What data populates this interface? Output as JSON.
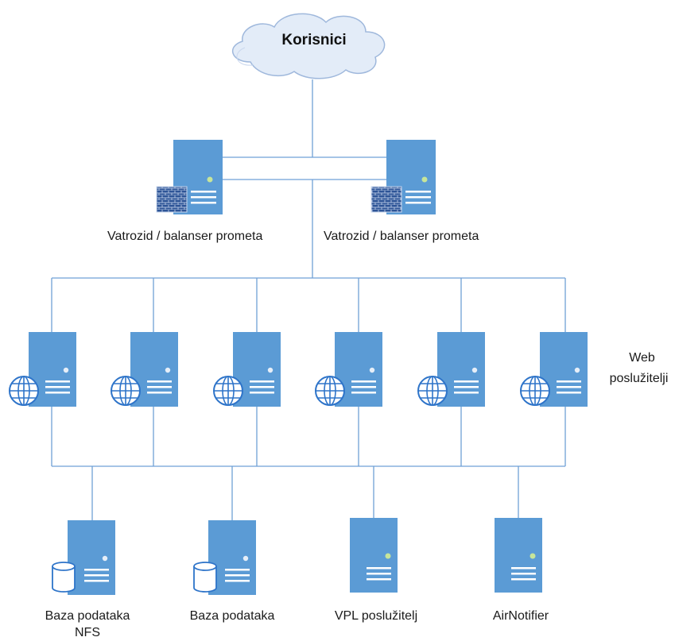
{
  "cloud": {
    "label": "Korisnici"
  },
  "firewalls": [
    {
      "label": "Vatrozid / balanser prometa"
    },
    {
      "label": "Vatrozid / balanser prometa"
    }
  ],
  "web_servers": {
    "label_line1": "Web",
    "label_line2": "poslužitelji",
    "count": 6
  },
  "backend": [
    {
      "label_line1": "Baza podataka",
      "label_line2": "NFS",
      "icon": "database-icon"
    },
    {
      "label_line1": "Baza podataka",
      "label_line2": "",
      "icon": "database-icon"
    },
    {
      "label_line1": "VPL poslužitelj",
      "label_line2": "",
      "icon": "status-light-icon"
    },
    {
      "label_line1": "AirNotifier",
      "label_line2": "",
      "icon": "status-light-icon"
    }
  ],
  "colors": {
    "server": "#5b9bd5",
    "line": "#6fa0d6",
    "firewall_brick": "#2e5597",
    "globe": "#2e74c9",
    "cloud_fill": "#e3ecf8",
    "cloud_stroke": "#9fb8dc",
    "status_light": "#c7e59a"
  }
}
